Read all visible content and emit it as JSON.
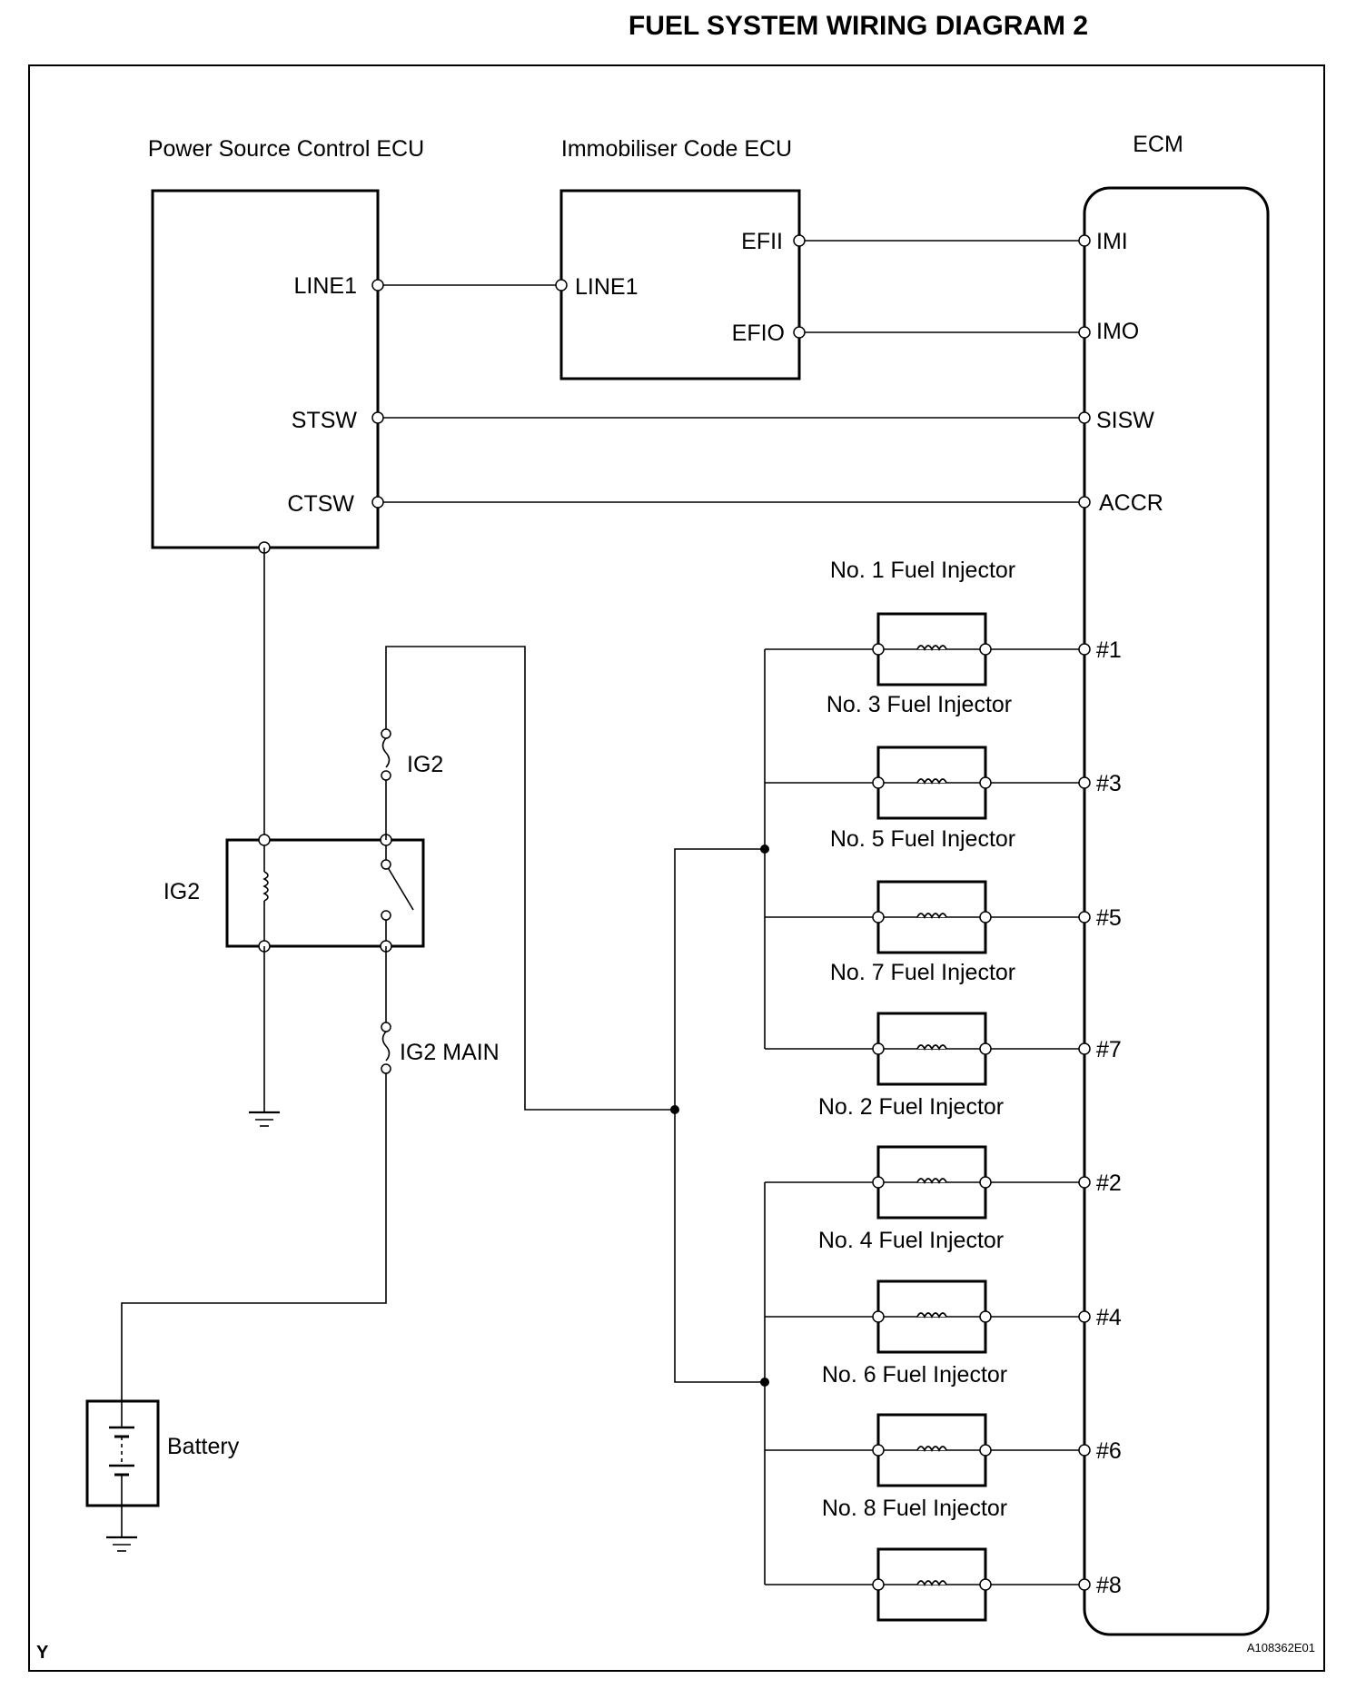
{
  "title": "FUEL SYSTEM WIRING DIAGRAM 2",
  "doc_code": "A108362E01",
  "corner_mark": "Y",
  "components": {
    "power_source_ecu": {
      "name": "Power Source Control ECU",
      "pins": {
        "line1": "LINE1",
        "stsw": "STSW",
        "ctsw": "CTSW"
      }
    },
    "immobiliser_ecu": {
      "name": "Immobiliser Code ECU",
      "pins": {
        "efii": "EFII",
        "line1": "LINE1",
        "efio": "EFIO"
      }
    },
    "ecm": {
      "name": "ECM",
      "pins": {
        "imi": "IMI",
        "imo": "IMO",
        "sisw": "SISW",
        "accr": "ACCR"
      }
    },
    "ig2_relay": {
      "name": "IG2"
    },
    "ig2_fuse": {
      "name": "IG2"
    },
    "ig2_main_fuse": {
      "name": "IG2 MAIN"
    },
    "battery": {
      "name": "Battery"
    }
  },
  "injectors": [
    {
      "name": "No. 1 Fuel Injector",
      "pin": "#1"
    },
    {
      "name": "No. 3 Fuel Injector",
      "pin": "#3"
    },
    {
      "name": "No. 5 Fuel Injector",
      "pin": "#5"
    },
    {
      "name": "No. 7 Fuel Injector",
      "pin": "#7"
    },
    {
      "name": "No. 2 Fuel Injector",
      "pin": "#2"
    },
    {
      "name": "No. 4 Fuel Injector",
      "pin": "#4"
    },
    {
      "name": "No. 6 Fuel Injector",
      "pin": "#6"
    },
    {
      "name": "No. 8 Fuel Injector",
      "pin": "#8"
    }
  ]
}
